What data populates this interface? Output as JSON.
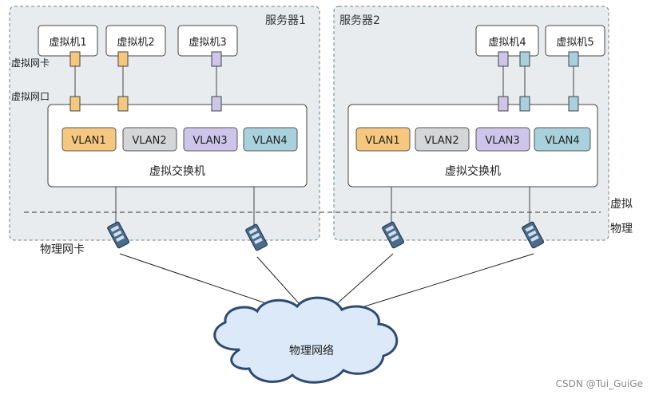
{
  "servers": [
    {
      "label": "服务器1",
      "switch_label": "虚拟交换机",
      "vms": [
        "虚拟机1",
        "虚拟机2",
        "虚拟机3"
      ],
      "vlans": [
        "VLAN1",
        "VLAN2",
        "VLAN3",
        "VLAN4"
      ]
    },
    {
      "label": "服务器2",
      "switch_label": "虚拟交换机",
      "vms": [
        "虚拟机4",
        "虚拟机5"
      ],
      "vlans": [
        "VLAN1",
        "VLAN2",
        "VLAN3",
        "VLAN4"
      ]
    }
  ],
  "labels": {
    "vnic": "虚拟网卡",
    "vport": "虚拟网口",
    "virtual": "虚拟",
    "physical": "物理",
    "pnic": "物理网卡",
    "network": "物理网络",
    "watermark": "CSDN @Tui_GuiGe"
  },
  "colors": {
    "vlan1": "#f6c77e",
    "vlan2": "#d4d6d8",
    "vlan3": "#cdc6ea",
    "vlan4": "#a9d0dd",
    "server_bg": "#e8ecef",
    "border": "#6f7f89",
    "cloud": "#dbe9f8"
  }
}
